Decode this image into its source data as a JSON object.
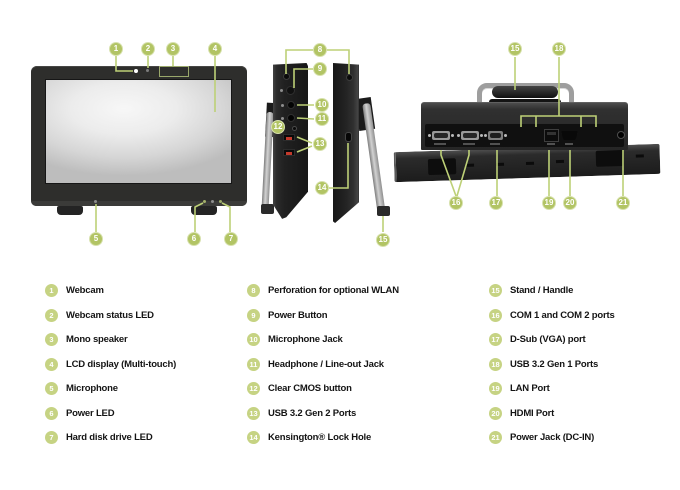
{
  "colors": {
    "accent_green": "#b2c464",
    "legend_green": "#c6d383",
    "line_green": "#bdd077",
    "usb_red": "#c33a2c",
    "usb_blue": "#2f66a0"
  },
  "callouts": {
    "c1": "1",
    "c2": "2",
    "c3": "3",
    "c4": "4",
    "c5": "5",
    "c6": "6",
    "c7": "7",
    "c8": "8",
    "c9": "9",
    "c10": "10",
    "c11": "11",
    "c12": "12",
    "c13": "13",
    "c14": "14",
    "c15": "15",
    "c15b": "15",
    "c16": "16",
    "c17": "17",
    "c18": "18",
    "c19": "19",
    "c20": "20",
    "c21": "21"
  },
  "legend": {
    "columns": [
      {
        "items": [
          {
            "num": "1",
            "label": "Webcam"
          },
          {
            "num": "2",
            "label": "Webcam status LED"
          },
          {
            "num": "3",
            "label": "Mono speaker"
          },
          {
            "num": "4",
            "label": "LCD display (Multi-touch)"
          },
          {
            "num": "5",
            "label": "Microphone"
          },
          {
            "num": "6",
            "label": "Power LED"
          },
          {
            "num": "7",
            "label": "Hard disk drive LED"
          }
        ]
      },
      {
        "items": [
          {
            "num": "8",
            "label": "Perforation for optional WLAN"
          },
          {
            "num": "9",
            "label": "Power Button"
          },
          {
            "num": "10",
            "label": "Microphone Jack"
          },
          {
            "num": "11",
            "label": "Headphone / Line-out Jack"
          },
          {
            "num": "12",
            "label": "Clear CMOS button"
          },
          {
            "num": "13",
            "label": "USB 3.2 Gen 2 Ports"
          },
          {
            "num": "14",
            "label": "Kensington® Lock Hole"
          }
        ]
      },
      {
        "items": [
          {
            "num": "15",
            "label": "Stand / Handle"
          },
          {
            "num": "16",
            "label": "COM 1 and COM 2 ports"
          },
          {
            "num": "17",
            "label": "D-Sub (VGA) port"
          },
          {
            "num": "18",
            "label": "USB 3.2 Gen 1 Ports"
          },
          {
            "num": "19",
            "label": "LAN Port"
          },
          {
            "num": "20",
            "label": "HDMI Port"
          },
          {
            "num": "21",
            "label": "Power Jack (DC-IN)"
          }
        ]
      }
    ]
  }
}
